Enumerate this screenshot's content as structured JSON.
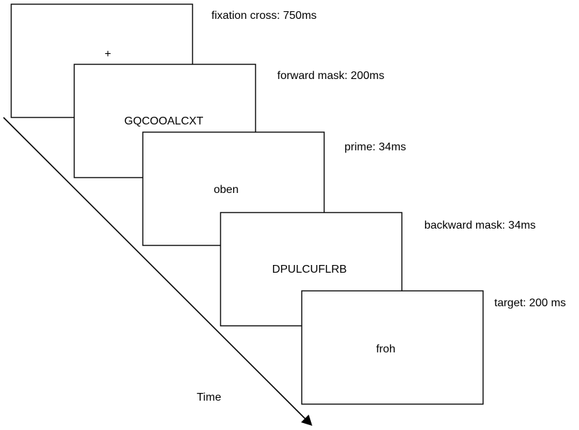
{
  "frames": [
    {
      "stimulus": "+",
      "label": "fixation cross: 750ms"
    },
    {
      "stimulus": "GQCOOALCXT",
      "label": "forward mask: 200ms"
    },
    {
      "stimulus": "oben",
      "label": "prime: 34ms"
    },
    {
      "stimulus": "DPULCUFLRB",
      "label": "backward mask: 34ms"
    },
    {
      "stimulus": "froh",
      "label": "target: 200 ms"
    }
  ],
  "time_label": "Time"
}
